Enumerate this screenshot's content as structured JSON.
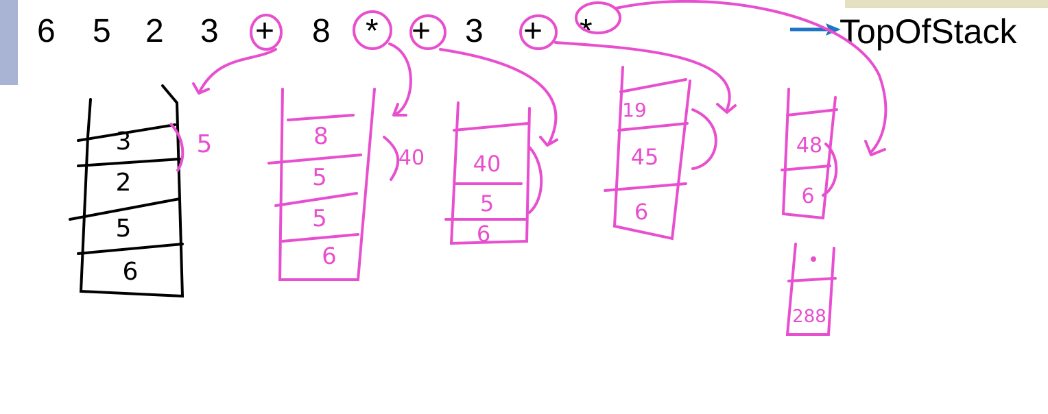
{
  "expression": {
    "tokens": [
      "6",
      "5",
      "2",
      "3",
      "+",
      "8",
      "*",
      "+",
      "3",
      "+",
      "*"
    ]
  },
  "pointer_label": "TopOfStack",
  "stacks": [
    {
      "cells": [
        "3",
        "2",
        "5",
        "6"
      ],
      "side_note": "5"
    },
    {
      "cells": [
        "8",
        "5",
        "5",
        "6"
      ],
      "side_note": "40"
    },
    {
      "cells": [
        "40",
        "5",
        "6"
      ]
    },
    {
      "cells": [
        "19",
        "45",
        "6"
      ]
    },
    {
      "cells": [
        "48",
        "6"
      ]
    },
    {
      "cells": [
        "288"
      ]
    }
  ],
  "colors": {
    "ink": "#e84fcf",
    "pen": "#000000",
    "accent": "#a9b4d4",
    "arrow": "#1e74c6"
  }
}
